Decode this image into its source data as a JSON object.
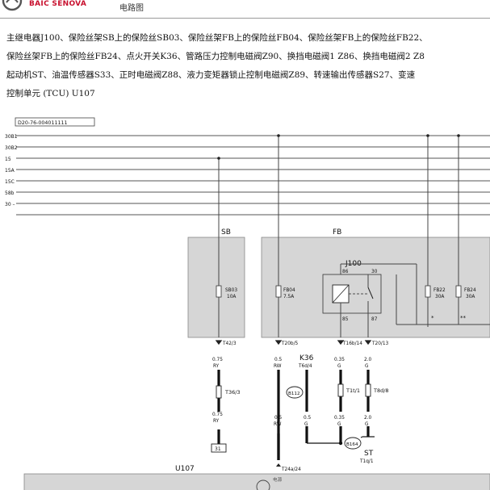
{
  "header": {
    "brand": "BAIC SENOVA",
    "section": "电路图"
  },
  "description": [
    "主继电器J100、保险丝架SB上的保险丝SB03、保险丝架FB上的保险丝FB04、保险丝架FB上的保险丝FB22、",
    "保险丝架FB上的保险丝FB24、点火开关K36、管路压力控制电磁阀Z90、换挡电磁阀1 Z86、换挡电磁阀2 Z8",
    "起动机ST、油温传感器S33、正时电磁阀Z88、液力变矩器锁止控制电磁阀Z89、转速输出传感器S27、变速",
    "控制单元 (TCU) U107"
  ],
  "diagram": {
    "code": "D20-76-004011111",
    "bus_labels": [
      "30B1",
      "30B2",
      "15",
      "15A",
      "15C",
      "58b",
      "30 –"
    ],
    "sb": {
      "title": "SB",
      "fuse_id": "SB03",
      "fuse_rating": "10A",
      "connector": "T42/3",
      "wire_top_size": "0.75",
      "wire_top_color": "RY",
      "junction": "T36/3",
      "wire_bottom_size": "0.75",
      "wire_bottom_color": "RY",
      "ground": "31"
    },
    "fb": {
      "title": "FB",
      "fb04_id": "FB04",
      "fb04_rating": "7.5A",
      "relay_id": "J100",
      "relay_pin_86": "86",
      "relay_pin_30": "30",
      "relay_pin_85": "85",
      "relay_pin_87": "87",
      "fb22_id": "FB22",
      "fb22_rating": "30A",
      "fb24_id": "FB24",
      "fb24_rating": "30A",
      "mark_single": "*",
      "mark_double": "**"
    },
    "wires": {
      "conn_fb04": "T20b/5",
      "conn_85": "T16b/14",
      "conn_87": "T20/13",
      "w1_size": "0.5",
      "w1_color": "RW",
      "k36_id": "K36",
      "k36_conn": "T6d/4",
      "w2_size": "0.35",
      "w2_color": "G",
      "w3_size": "2.0",
      "w3_color": "G",
      "junction_b112": "B112",
      "junction_t1t": "T1t/1",
      "junction_t8d": "T8d/8",
      "w4_size": "0.5",
      "w4_color": "RW",
      "w5_size": "0.5",
      "w5_color": "G",
      "w6_size": "0.35",
      "w6_color": "G",
      "w7_size": "2.0",
      "w7_color": "G",
      "junction_b164": "B164",
      "starter_id": "ST",
      "starter_conn": "T1q/1",
      "u107_id": "U107",
      "u107_conn": "T24a/24",
      "u107_note": "电源"
    }
  }
}
